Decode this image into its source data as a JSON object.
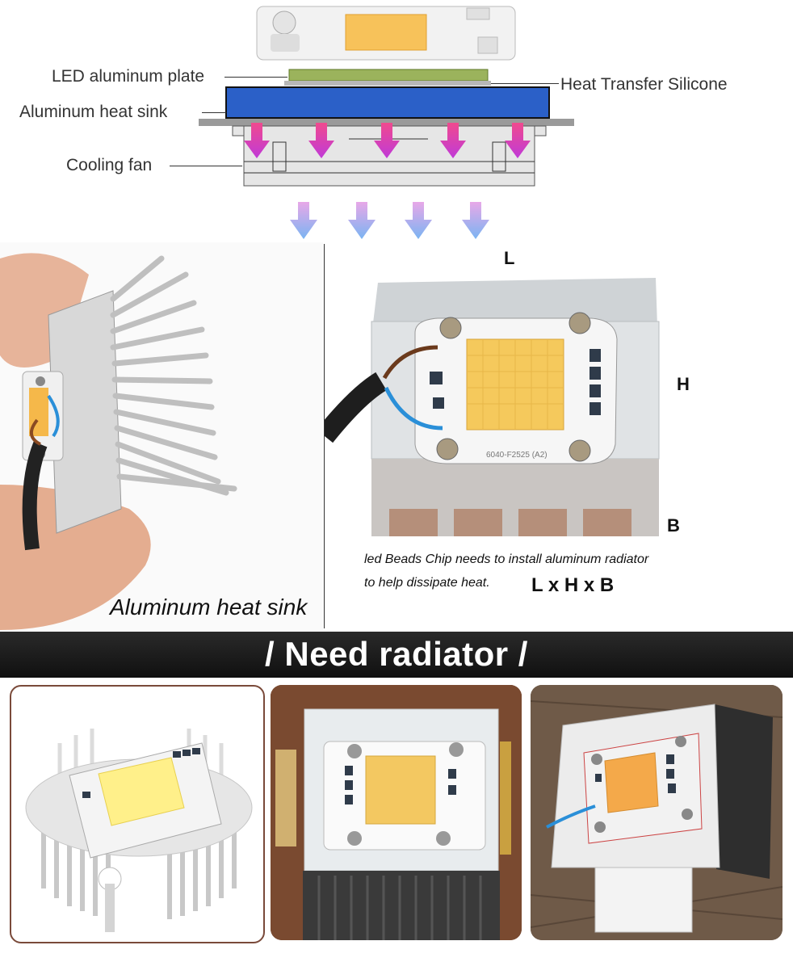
{
  "diagram": {
    "labels": {
      "led_plate": "LED aluminum plate",
      "heat_transfer": "Heat Transfer Silicone",
      "heat_sink": "Aluminum heat sink",
      "cooling_fan": "Cooling fan"
    },
    "colors": {
      "led_plate": "#9bb35c",
      "heat_sink": "#2b60c8",
      "arrow_magenta": "#e0287a",
      "arrow_blue": "#7fb0f0"
    }
  },
  "left_photo": {
    "caption": "Aluminum heat sink"
  },
  "right_photo": {
    "dim_L": "L",
    "dim_H": "H",
    "dim_B": "B",
    "chip_print": "6040-F2525 (A2)",
    "note_line1": "led Beads Chip needs to install aluminum radiator",
    "note_line2": "to help dissipate heat.",
    "formula": "L x H x B"
  },
  "banner": {
    "title": "/ Need radiator /"
  },
  "bottom_cards": [
    {
      "name": "radiator-example-1"
    },
    {
      "name": "radiator-example-2"
    },
    {
      "name": "radiator-example-3"
    }
  ]
}
